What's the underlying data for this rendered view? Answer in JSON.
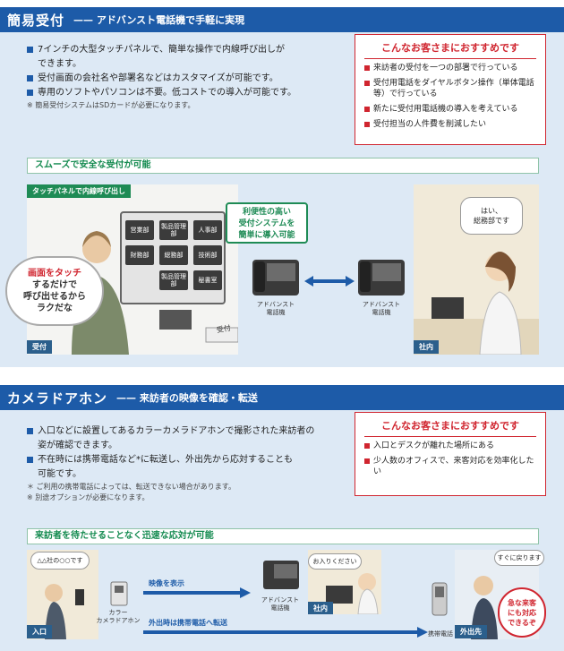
{
  "s1": {
    "title": "簡易受付",
    "subtitle": "—— アドバンスト電話機で手軽に実現",
    "b1a": "7インチの大型タッチパネルで、簡単な操作で内線呼び出しが",
    "b1b": "できます。",
    "b2": "受付画面の会社名や部署名などはカスタマイズが可能です。",
    "b3": "専用のソフトやパソコンは不要。低コストでの導入が可能です。",
    "note": "※ 簡易受付システムはSDカードが必要になります。",
    "rec_head": "こんなお客さまにおすすめです",
    "rec": [
      "来訪者の受付を一つの部署で行っている",
      "受付用電話をダイヤルボタン操作（単体電話等）で行っている",
      "新たに受付用電話機の導入を考えている",
      "受付担当の人件費を削減したい"
    ],
    "sub": "スムーズで安全な受付が可能",
    "touch_tag": "タッチパネルで内線呼び出し",
    "buttons": [
      "営業部",
      "製品管理部",
      "人事部",
      "財務部",
      "総務部",
      "技術部",
      "製品管理部",
      "秘書室"
    ],
    "bubble_lines": [
      "画面をタッチ",
      "するだけで",
      "呼び出せるから",
      "ラクだな"
    ],
    "green_box": [
      "利便性の高い",
      "受付システムを",
      "簡単に導入可能"
    ],
    "uketsuke_card": "受付",
    "phone_label": [
      "アドバンスト",
      "電話機"
    ],
    "reply": [
      "はい、",
      "総務部です"
    ],
    "left_tag": "受付",
    "right_tag": "社内"
  },
  "s2": {
    "title": "カメラドアホン",
    "subtitle": "—— 来訪者の映像を確認・転送",
    "b1a": "入口などに設置してあるカラーカメラドアホンで撮影された来訪者の",
    "b1b": "姿が確認できます。",
    "b2a": "不在時には携帯電話など*に転送し、外出先から応対することも",
    "b2b": "可能です。",
    "note1": "＊ ご利用の携帯電話によっては、転送できない場合があります。",
    "note2": "※ 別途オプションが必要になります。",
    "rec_head": "こんなお客さまにおすすめです",
    "rec": [
      "入口とデスクが離れた場所にある",
      "少人数のオフィスで、来客対応を効率化したい"
    ],
    "sub": "来訪者を待たせることなく迅速な応対が可能",
    "visitor_bubble": "△△社の○○です",
    "doorphone_label": [
      "カラー",
      "カメラドアホン"
    ],
    "arrow1": "映像を表示",
    "arrow2": "外出時は携帯電話へ転送",
    "phone_label": [
      "アドバンスト",
      "電話機"
    ],
    "office_bubble": "お入りください",
    "mobile_label": "携帯電話",
    "out_bubble": "すぐに戻ります",
    "red_lines": [
      "急な来客",
      "にも対応",
      "できるぞ"
    ],
    "tag_entrance": "入口",
    "tag_office": "社内",
    "tag_out": "外出先"
  }
}
